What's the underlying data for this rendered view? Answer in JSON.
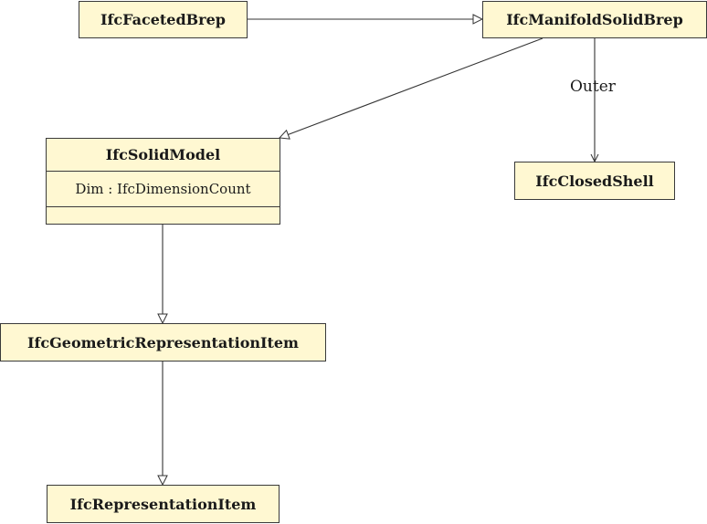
{
  "classes": {
    "faceted_brep": {
      "name": "IfcFacetedBrep"
    },
    "manifold_solid_brep": {
      "name": "IfcManifoldSolidBrep"
    },
    "solid_model": {
      "name": "IfcSolidModel",
      "attribute": "Dim : IfcDimensionCount"
    },
    "closed_shell": {
      "name": "IfcClosedShell"
    },
    "geometric_representation_item": {
      "name": "IfcGeometricRepresentationItem"
    },
    "representation_item": {
      "name": "IfcRepresentationItem"
    }
  },
  "relations": {
    "outer_label": "Outer"
  },
  "colors": {
    "box_fill": "#fff8d2",
    "stroke": "#333333"
  }
}
